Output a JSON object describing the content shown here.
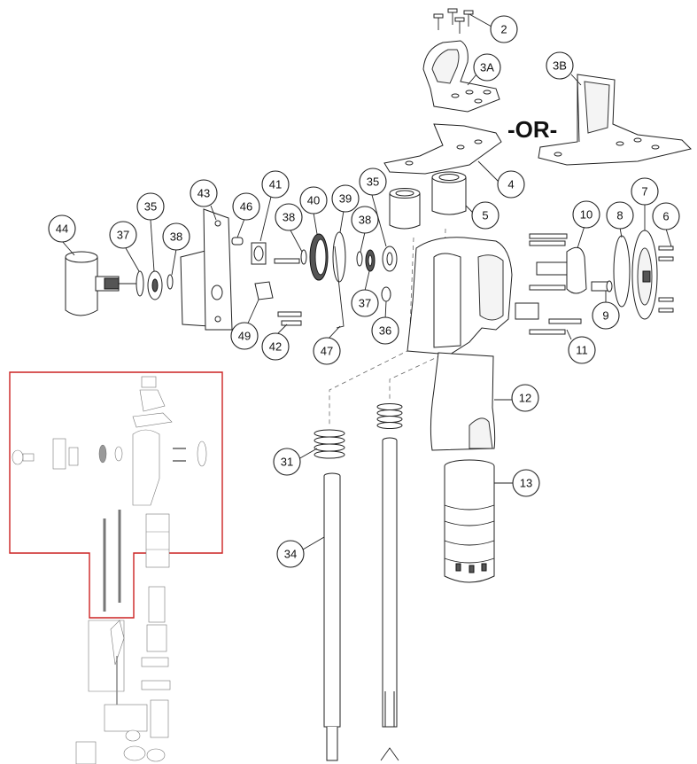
{
  "callouts": [
    {
      "id": "c2",
      "label": "2"
    },
    {
      "id": "c3A",
      "label": "3A"
    },
    {
      "id": "c3B",
      "label": "3B"
    },
    {
      "id": "c4",
      "label": "4"
    },
    {
      "id": "c5",
      "label": "5"
    },
    {
      "id": "c6",
      "label": "6"
    },
    {
      "id": "c7",
      "label": "7"
    },
    {
      "id": "c8",
      "label": "8"
    },
    {
      "id": "c9",
      "label": "9"
    },
    {
      "id": "c10",
      "label": "10"
    },
    {
      "id": "c11",
      "label": "11"
    },
    {
      "id": "c12",
      "label": "12"
    },
    {
      "id": "c13",
      "label": "13"
    },
    {
      "id": "c31",
      "label": "31"
    },
    {
      "id": "c34",
      "label": "34"
    },
    {
      "id": "c35a",
      "label": "35"
    },
    {
      "id": "c35b",
      "label": "35"
    },
    {
      "id": "c36",
      "label": "36"
    },
    {
      "id": "c37a",
      "label": "37"
    },
    {
      "id": "c37b",
      "label": "37"
    },
    {
      "id": "c38a",
      "label": "38"
    },
    {
      "id": "c38b",
      "label": "38"
    },
    {
      "id": "c38c",
      "label": "38"
    },
    {
      "id": "c39",
      "label": "39"
    },
    {
      "id": "c40",
      "label": "40"
    },
    {
      "id": "c41",
      "label": "41"
    },
    {
      "id": "c42",
      "label": "42"
    },
    {
      "id": "c43",
      "label": "43"
    },
    {
      "id": "c44",
      "label": "44"
    },
    {
      "id": "c46",
      "label": "46"
    },
    {
      "id": "c47",
      "label": "47"
    },
    {
      "id": "c49",
      "label": "49"
    }
  ],
  "or_label": "-OR-",
  "highlight_color": "#cc2222",
  "line_color": "#222222"
}
